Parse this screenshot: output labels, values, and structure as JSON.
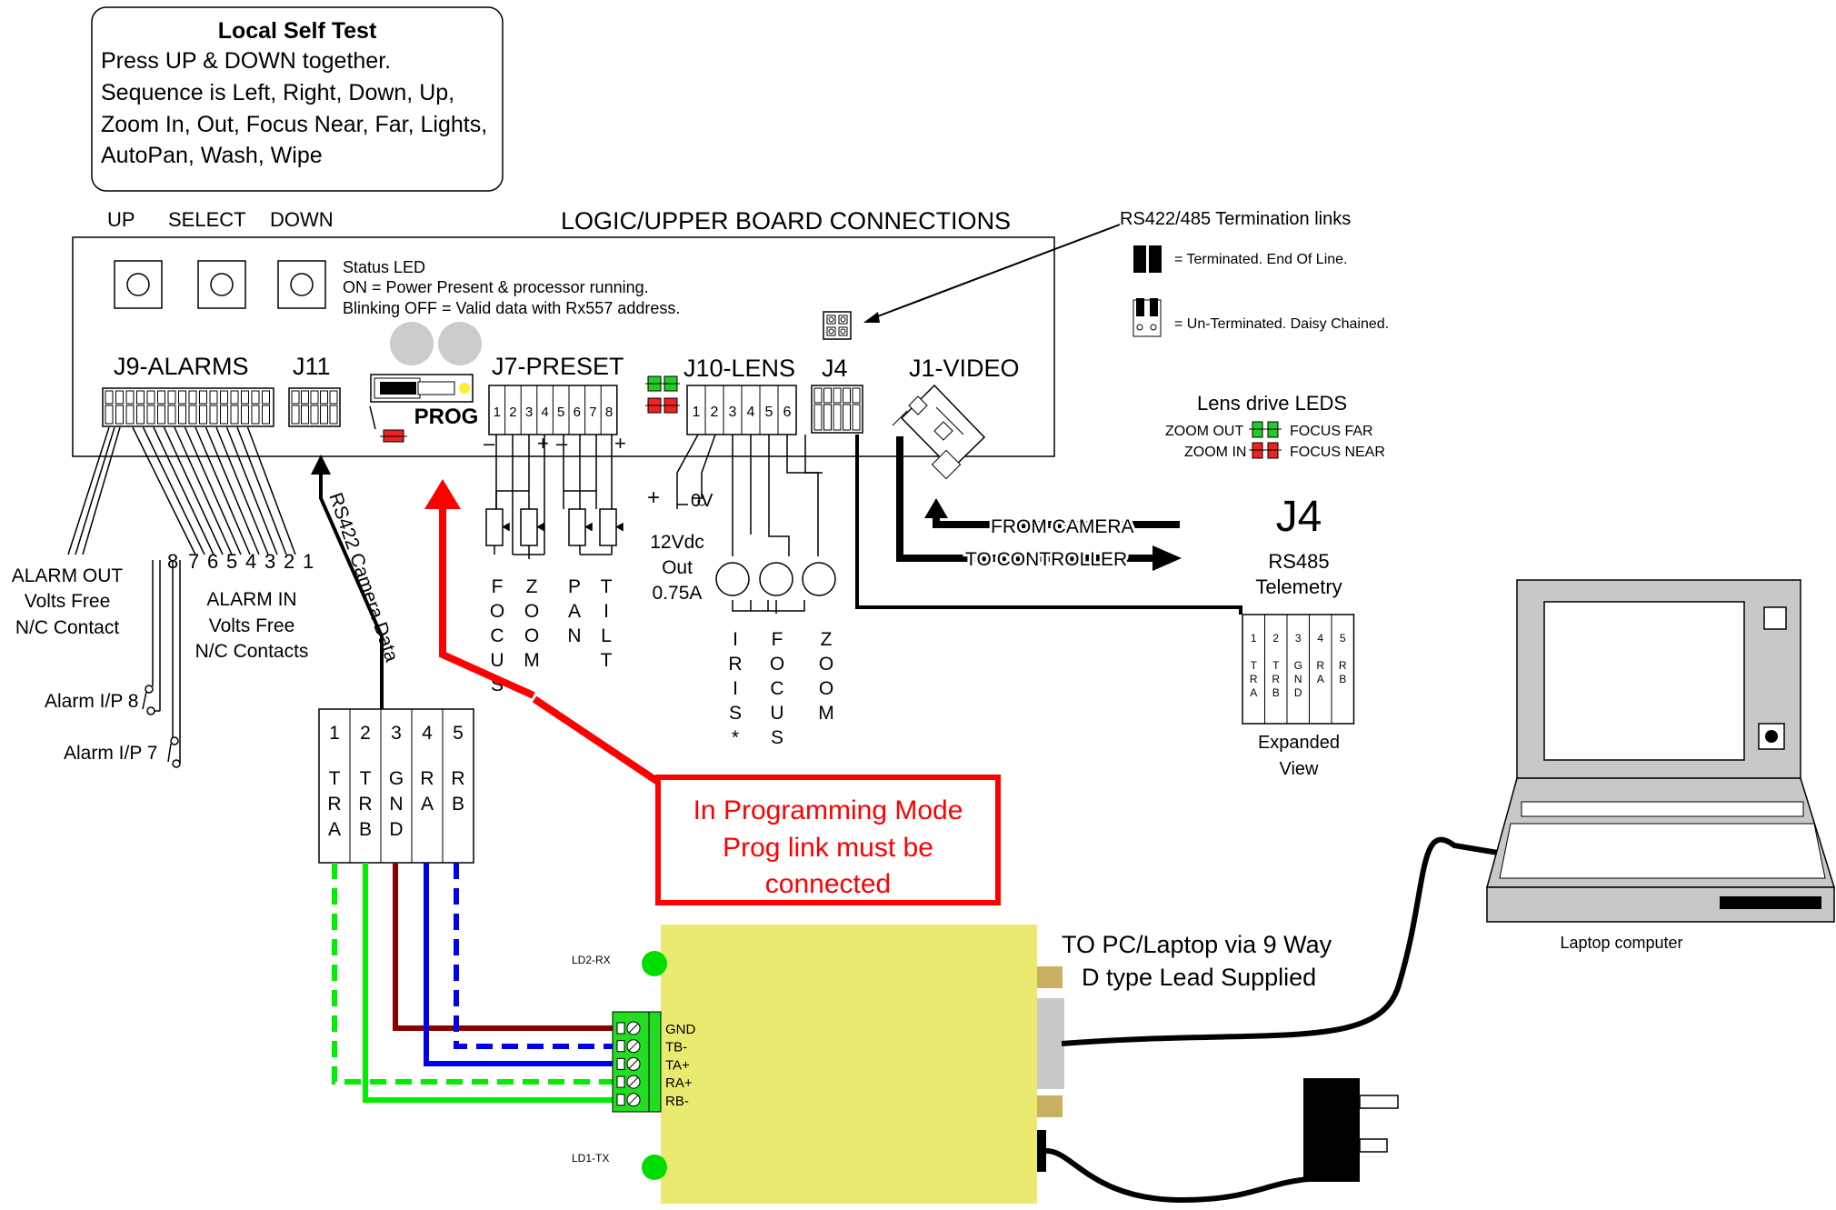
{
  "self_test": {
    "title": "Local Self Test",
    "lines": [
      "Press UP & DOWN together.",
      "Sequence is Left, Right, Down, Up,",
      "Zoom In, Out, Focus Near, Far, Lights,",
      "AutoPan, Wash, Wipe"
    ]
  },
  "buttons": {
    "up": "UP",
    "select": "SELECT",
    "down": "DOWN"
  },
  "board_title": "LOGIC/UPPER BOARD CONNECTIONS",
  "status_led": {
    "title": "Status LED",
    "on": "ON = Power Present & processor running.",
    "blink": "Blinking OFF = Valid data with Rx557 address."
  },
  "termination": {
    "title": "RS422/485 Termination links",
    "terminated": "= Terminated. End Of Line.",
    "unterminated": "= Un-Terminated. Daisy Chained."
  },
  "connectors": {
    "j9": "J9-ALARMS",
    "j11": "J11",
    "j7": "J7-PRESET",
    "j10": "J10-LENS",
    "j4": "J4",
    "j1": "J1-VIDEO",
    "prog": "PROG"
  },
  "j7_pins": [
    "1",
    "2",
    "3",
    "4",
    "5",
    "6",
    "7",
    "8"
  ],
  "j10_pins": [
    "1",
    "2",
    "3",
    "4",
    "5",
    "6"
  ],
  "j7_polarity": {
    "minus": "–",
    "plus": "+"
  },
  "alarm_numbers": [
    "8",
    "7",
    "6",
    "5",
    "4",
    "3",
    "2",
    "1"
  ],
  "lens_leds": {
    "title": "Lens drive LEDS",
    "zoom_out": "ZOOM OUT",
    "focus_far": "FOCUS FAR",
    "zoom_in": "ZOOM IN",
    "focus_near": "FOCUS NEAR"
  },
  "alarm_out": [
    "ALARM OUT",
    "Volts Free",
    "N/C Contact"
  ],
  "alarm_in": [
    "ALARM IN",
    "Volts Free",
    "N/C Contacts"
  ],
  "alarm_ip": {
    "ip8": "Alarm I/P 8",
    "ip7": "Alarm I/P 7"
  },
  "rs422_label": "RS422 Camera Data",
  "preset_words": [
    "FOCUS",
    "ZOOM",
    "PAN",
    "TILT"
  ],
  "power": {
    "plus": "+",
    "zero": "0V",
    "line1": "12Vdc",
    "line2": "Out",
    "line3": "0.75A"
  },
  "lens_words": [
    "IRIS*",
    "FOCUS",
    "ZOOM"
  ],
  "video": {
    "from": "FROM CAMERA",
    "to": "TO CONTROLLER"
  },
  "j4_big": {
    "title": "J4",
    "sub1": "RS485",
    "sub2": "Telemetry",
    "expanded1": "Expanded",
    "expanded2": "View"
  },
  "terminal_block": {
    "pins": [
      "1",
      "2",
      "3",
      "4",
      "5"
    ],
    "signals": [
      "TRA",
      "TRB",
      "GND",
      "RA",
      "RB"
    ]
  },
  "prog_note": [
    "In Programming Mode",
    "Prog link must be",
    "connected"
  ],
  "converter": {
    "ld2": "LD2-RX",
    "ld1": "LD1-TX",
    "terminals": [
      "GND",
      "TB-",
      "TA+",
      "RA+",
      "RB-"
    ]
  },
  "pc_note": [
    "TO PC/Laptop via 9 Way",
    "D type Lead Supplied"
  ],
  "laptop_label": "Laptop computer",
  "colors": {
    "red": "#ff0000",
    "green": "#00ee00",
    "blue": "#0000ee",
    "maroon": "#8b0000",
    "yellow": "#eaea70",
    "tan": "#c8b060",
    "grey": "#c8c8c8"
  }
}
